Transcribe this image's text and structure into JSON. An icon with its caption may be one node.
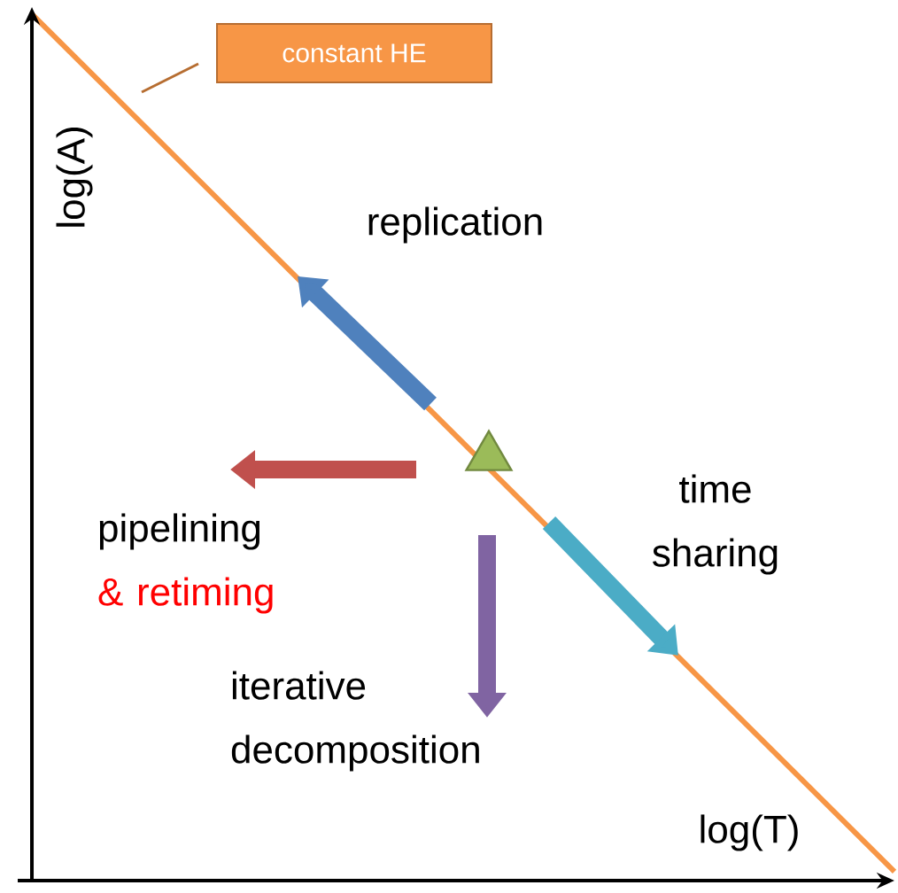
{
  "diagram": {
    "nodes": [
      {
        "text": [
          "constant HE"
        ]
      },
      {
        "text": [],
        "shape": "triangle"
      },
      {
        "text": [
          "replication"
        ]
      },
      {
        "text": [
          "pipelining",
          "& retiming"
        ]
      },
      {
        "text": [
          "iterative decomposition"
        ]
      },
      {
        "text": [
          "time sharing"
        ]
      }
    ],
    "edges": [
      {
        "from": 1,
        "to": 2,
        "arrow": "to",
        "color": "#4f81bd"
      },
      {
        "from": 1,
        "to": 3,
        "arrow": "to",
        "color": "#c0504d"
      },
      {
        "from": 1,
        "to": 4,
        "arrow": "to",
        "color": "#8064a2"
      },
      {
        "from": 1,
        "to": 5,
        "arrow": "to",
        "color": "#4bacc6"
      },
      {
        "from": 0,
        "to": null,
        "arrow": "none",
        "color": "#b66d31"
      }
    ],
    "labels": [
      "log(A)",
      "log(T)"
    ]
  }
}
